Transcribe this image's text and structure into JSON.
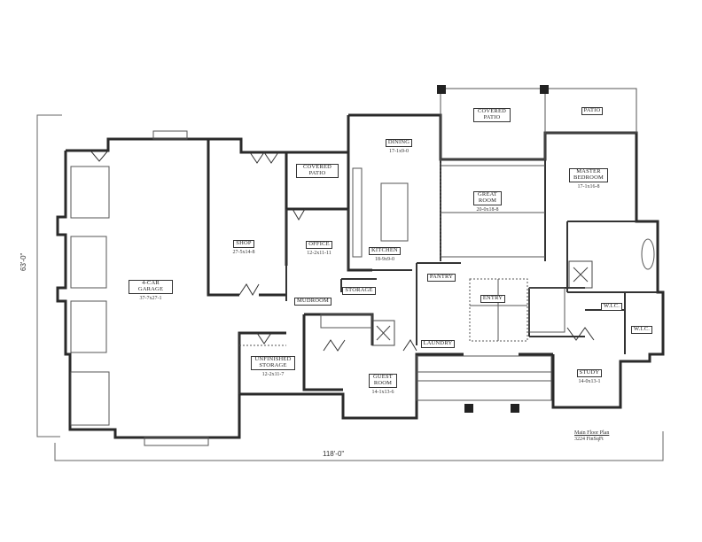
{
  "plan": {
    "title": "Main Floor Plan",
    "area": "3224 FinSqFt",
    "overall_width": "118'-0\"",
    "overall_depth": "63'-0\""
  },
  "rooms": [
    {
      "id": "garage",
      "name": "4-CAR GARAGE",
      "dim": "37-7x27-1"
    },
    {
      "id": "shop",
      "name": "SHOP",
      "dim": "27-5x14-8"
    },
    {
      "id": "covered-patio-left",
      "name": "COVERED PATIO",
      "dim": ""
    },
    {
      "id": "office",
      "name": "OFFICE",
      "dim": "12-2x11-11"
    },
    {
      "id": "mudroom",
      "name": "MUDROOM",
      "dim": ""
    },
    {
      "id": "storage",
      "name": "STORAGE",
      "dim": ""
    },
    {
      "id": "dining",
      "name": "DINING",
      "dim": "17-1x9-0"
    },
    {
      "id": "kitchen",
      "name": "KITCHEN",
      "dim": "18-9x9-0"
    },
    {
      "id": "pantry",
      "name": "PANTRY",
      "dim": ""
    },
    {
      "id": "great-room",
      "name": "GREAT ROOM",
      "dim": "20-0x18-8"
    },
    {
      "id": "covered-patio-rear",
      "name": "COVERED PATIO",
      "dim": ""
    },
    {
      "id": "patio",
      "name": "PATIO",
      "dim": ""
    },
    {
      "id": "master-bedroom",
      "name": "MASTER BEDROOM",
      "dim": "17-1x16-8"
    },
    {
      "id": "entry",
      "name": "ENTRY",
      "dim": ""
    },
    {
      "id": "laundry",
      "name": "LAUNDRY",
      "dim": ""
    },
    {
      "id": "unfinished-storage",
      "name": "UNFINISHED STORAGE",
      "dim": "12-2x11-7"
    },
    {
      "id": "guest-room",
      "name": "GUEST ROOM",
      "dim": "14-1x13-6"
    },
    {
      "id": "wic-1",
      "name": "W.I.C.",
      "dim": ""
    },
    {
      "id": "wic-2",
      "name": "W.I.C.",
      "dim": ""
    },
    {
      "id": "study",
      "name": "STUDY",
      "dim": "14-0x13-1"
    }
  ],
  "colors": {
    "wall": "#2a2a2a",
    "line": "#555555",
    "background": "#ffffff"
  }
}
